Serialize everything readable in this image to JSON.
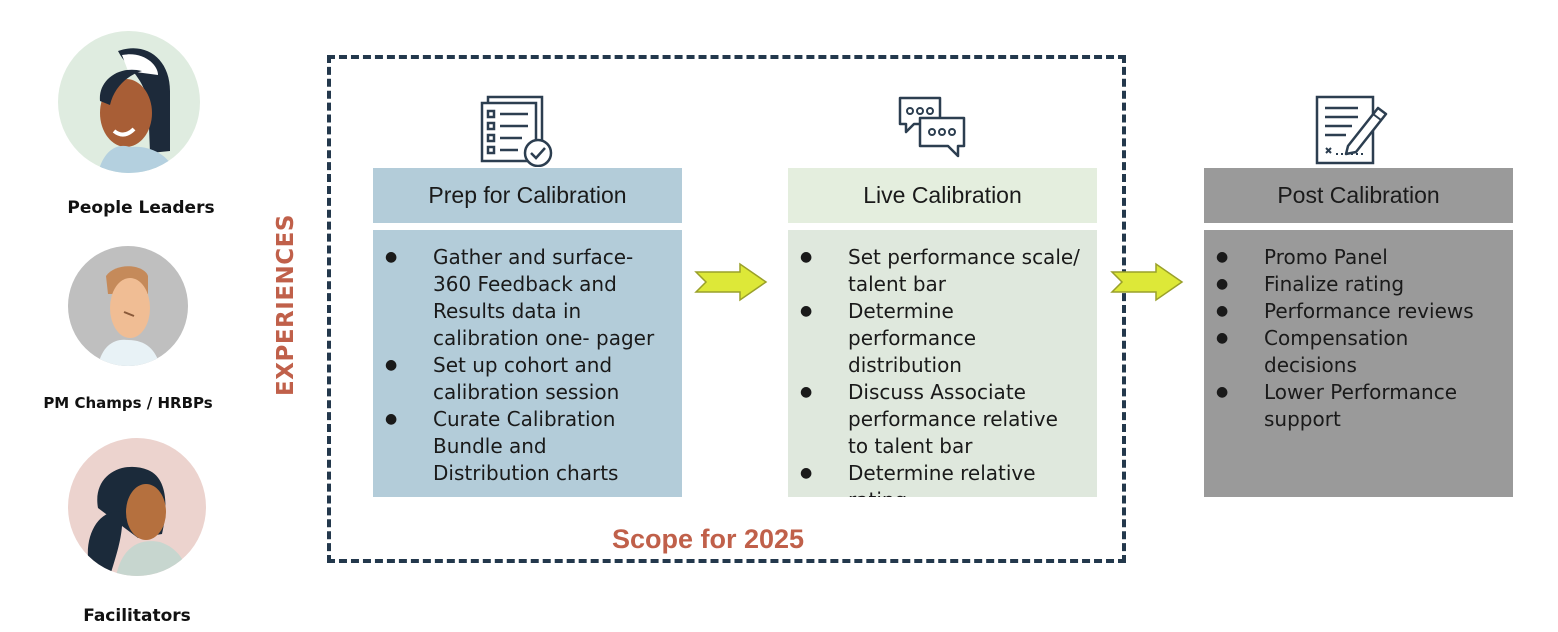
{
  "personas": [
    {
      "label": "People Leaders"
    },
    {
      "label": "PM Champs / HRBPs"
    },
    {
      "label": "Facilitators"
    }
  ],
  "side_label": "EXPERIENCES",
  "scope_label": "Scope for 2025",
  "stages": [
    {
      "title": "Prep for Calibration",
      "icon": "checklist-document-icon",
      "items": [
        "Gather and surface- 360 Feedback and Results data in calibration one- pager",
        "Set up cohort and calibration session",
        "Curate Calibration Bundle and Distribution charts"
      ]
    },
    {
      "title": "Live Calibration",
      "icon": "chat-bubbles-icon",
      "items": [
        "Set performance scale/ talent bar",
        "Determine performance distribution",
        "Discuss Associate performance relative to talent bar",
        "Determine relative rating"
      ]
    },
    {
      "title": "Post Calibration",
      "icon": "signing-document-icon",
      "items": [
        "Promo Panel",
        "Finalize rating",
        "Performance reviews",
        "Compensation decisions",
        "Lower Performance support"
      ]
    }
  ],
  "colors": {
    "accent": "#c0604a",
    "frame": "#23384c",
    "prep": "#b3ccd9",
    "live": "#dfe8dd",
    "post": "#9a9a9a",
    "arrow": "#dde838"
  }
}
